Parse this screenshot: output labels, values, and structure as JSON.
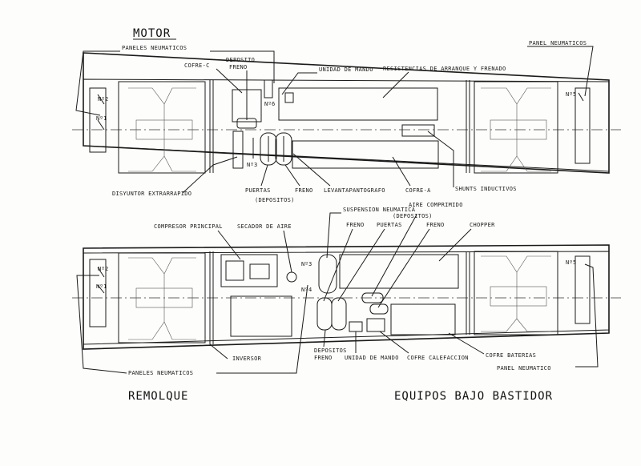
{
  "titles": {
    "motor": "MOTOR",
    "remolque": "REMOLQUE",
    "equipos": "EQUIPOS BAJO BASTIDOR"
  },
  "motor": {
    "paneles_neumaticos": "PANELES NEUMATICOS",
    "panel_neumaticos": "PANEL NEUMATICOS",
    "cofre_c": "COFRE-C",
    "deposito": "DEPOSITO",
    "freno": "FRENO",
    "unidad_mando": "UNIDAD DE MANDO",
    "resistencias": "RESISTENCIAS DE ARRANQUE Y FRENADO",
    "n2": "Nº2",
    "n1": "Nº1",
    "n6": "Nº6",
    "n3": "Nº3",
    "n5": "Nº5",
    "disyuntor": "DISYUNTOR EXTRARRAPIDO",
    "puertas": "PUERTAS",
    "freno2": "FRENO",
    "levantapantografo": "LEVANTAPANTOGRAFO",
    "cofre_a": "COFRE-A",
    "depositos": "(DEPOSITOS)",
    "shunts": "SHUNTS INDUCTIVOS"
  },
  "remolque": {
    "suspension": "SUSPENSION NEUMATICA",
    "aire": "AIRE COMPRIMIDO",
    "depositos": "(DEPOSITOS)",
    "compresor": "COMPRESOR PRINCIPAL",
    "secador": "SECADOR DE AIRE",
    "freno_a": "FRENO",
    "puertas": "PUERTAS",
    "freno_b": "FRENO",
    "chopper": "CHOPPER",
    "n2": "Nº2",
    "n1": "Nº1",
    "n3": "Nº3",
    "n4": "Nº4",
    "n5": "Nº5",
    "inversor": "INVERSOR",
    "depositos_freno_1": "DEPOSITOS",
    "depositos_freno_2": "FRENO",
    "unidad_mando": "UNIDAD DE MANDO",
    "cofre_calefaccion": "COFRE CALEFACCION",
    "cofre_baterias": "COFRE BATERIAS",
    "paneles_neumaticos": "PANELES NEUMATICOS",
    "panel_neumatico": "PANEL NEUMATICO"
  }
}
